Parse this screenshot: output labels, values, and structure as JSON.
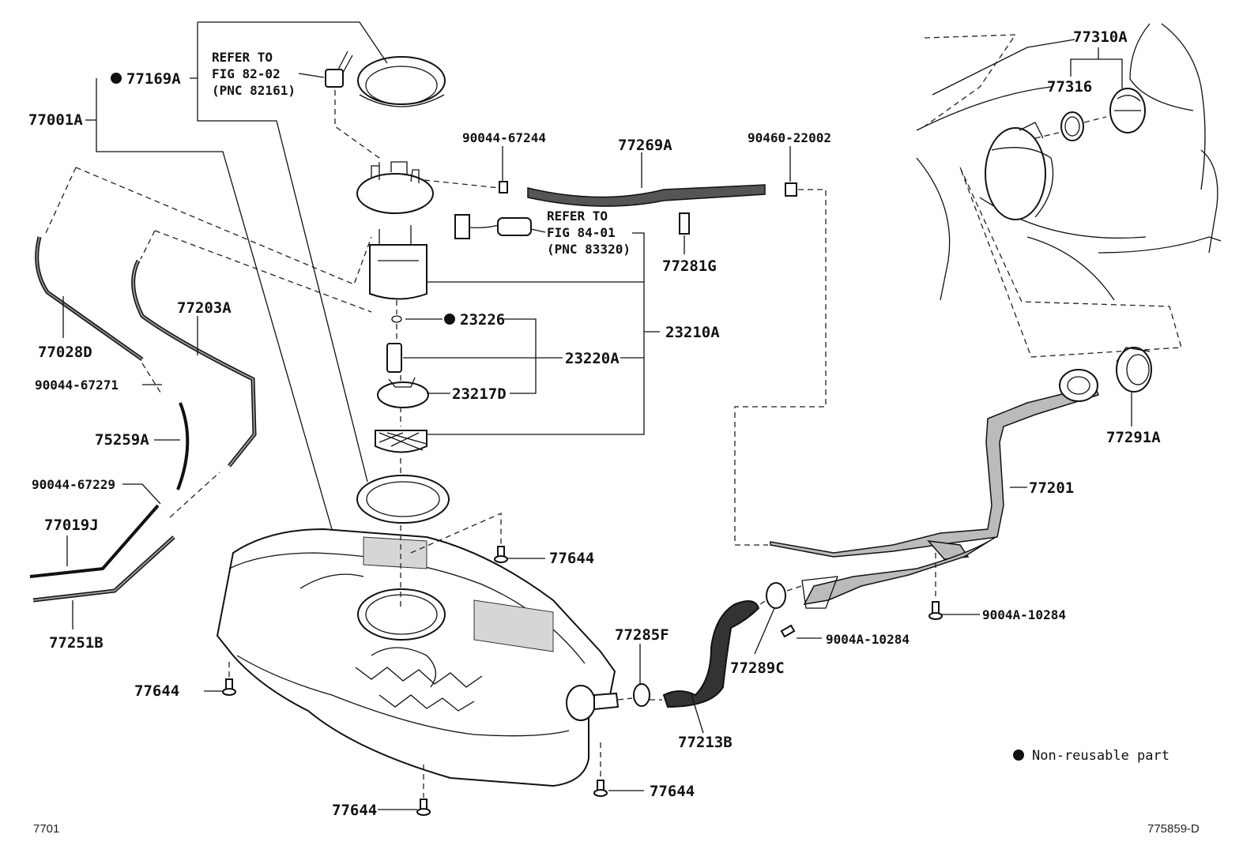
{
  "labels": {
    "p77169A": "77169A",
    "p77001A": "77001A",
    "p77028D": "77028D",
    "p77203A": "77203A",
    "p90044_67271": "90044-67271",
    "p75259A": "75259A",
    "p90044_67229": "90044-67229",
    "p77019J": "77019J",
    "p77251B": "77251B",
    "p90044_67244": "90044-67244",
    "p77269A": "77269A",
    "p90460_22002": "90460-22002",
    "p77281G": "77281G",
    "p23226": "23226",
    "p23210A": "23210A",
    "p23220A": "23220A",
    "p23217D": "23217D",
    "p77644_a": "77644",
    "p77644_b": "77644",
    "p77644_c": "77644",
    "p77644_d": "77644",
    "p77285F": "77285F",
    "p77213B": "77213B",
    "p77289C": "77289C",
    "p9004A_10284_a": "9004A-10284",
    "p9004A_10284_b": "9004A-10284",
    "p77201": "77201",
    "p77291A": "77291A",
    "p77310A": "77310A",
    "p77316": "77316"
  },
  "references": {
    "fig82_line1": "REFER TO",
    "fig82_line2": "FIG 82-02",
    "fig82_line3": "(PNC 82161)",
    "fig84_line1": "REFER TO",
    "fig84_line2": "FIG 84-01",
    "fig84_line3": "(PNC 83320)"
  },
  "legend": {
    "non_reusable": "Non-reusable part"
  },
  "footer": {
    "left_code": "7701",
    "right_code": "775859-D"
  },
  "colors": {
    "ink": "#111111",
    "background": "#ffffff",
    "shade": "#bbbbbb"
  }
}
